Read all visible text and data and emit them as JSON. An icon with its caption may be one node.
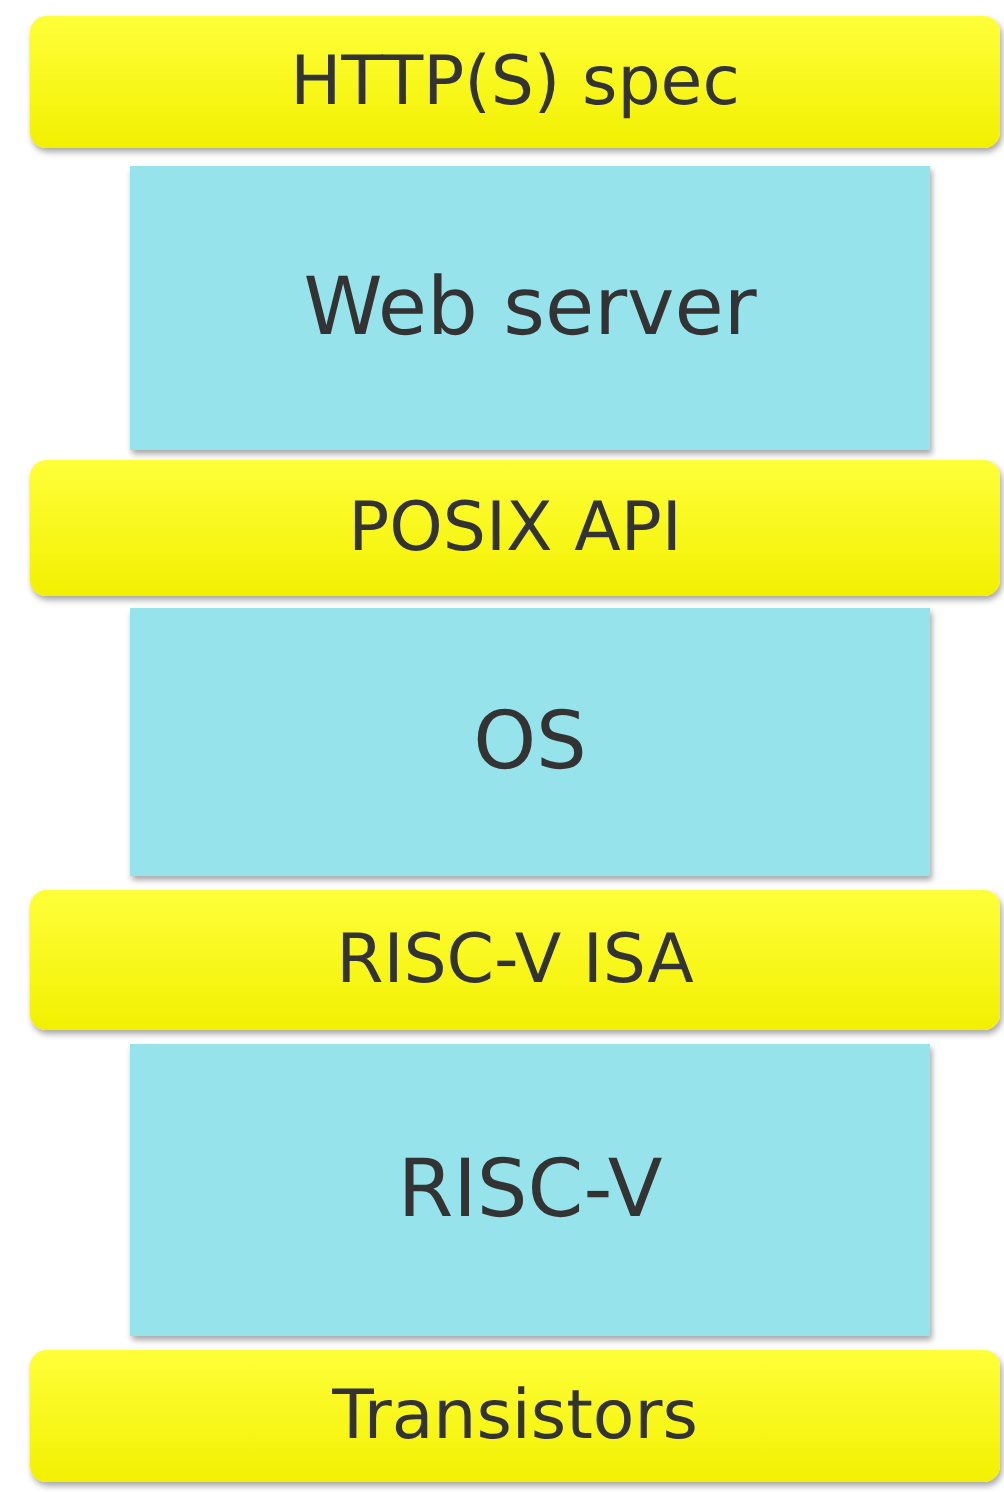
{
  "diagram": {
    "nodes": [
      {
        "text": [
          "HTTP(S) spec"
        ]
      },
      {
        "text": [
          "Web server"
        ]
      },
      {
        "text": [
          "POSIX API"
        ]
      },
      {
        "text": [
          "OS"
        ]
      },
      {
        "text": [
          "RISC-V ISA"
        ]
      },
      {
        "text": [
          "RISC-V"
        ]
      },
      {
        "text": [
          "Transistors"
        ]
      }
    ]
  }
}
